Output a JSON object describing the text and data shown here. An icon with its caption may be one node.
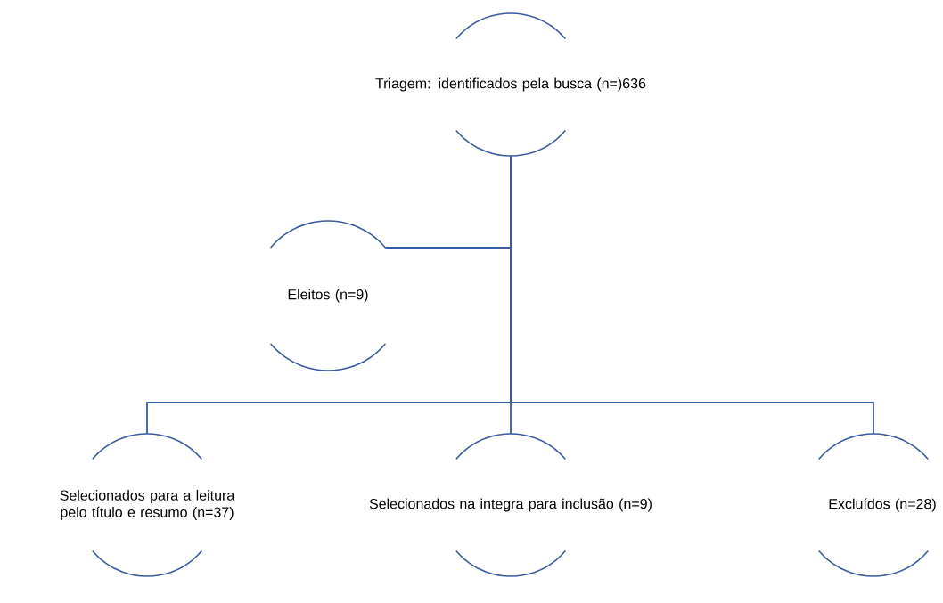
{
  "diagram": {
    "nodes": [
      {
        "text": [
          "Triagem: identificados pela busca (n=)636"
        ]
      },
      {
        "text": [
          "Eleitos (n=9)"
        ]
      },
      {
        "text": [
          "Selecionados para a leitura pelo título e resumo (n=37)"
        ]
      },
      {
        "text": [
          "Selecionados na integra para inclusão (n=9)"
        ]
      },
      {
        "text": [
          "Excluídos (n=28)"
        ]
      }
    ],
    "edges": [
      {
        "from": 0,
        "to": 1,
        "arrow": "none"
      },
      {
        "from": 0,
        "to": 2,
        "arrow": "none"
      },
      {
        "from": 0,
        "to": 3,
        "arrow": "none"
      },
      {
        "from": 0,
        "to": 4,
        "arrow": "none"
      }
    ]
  }
}
